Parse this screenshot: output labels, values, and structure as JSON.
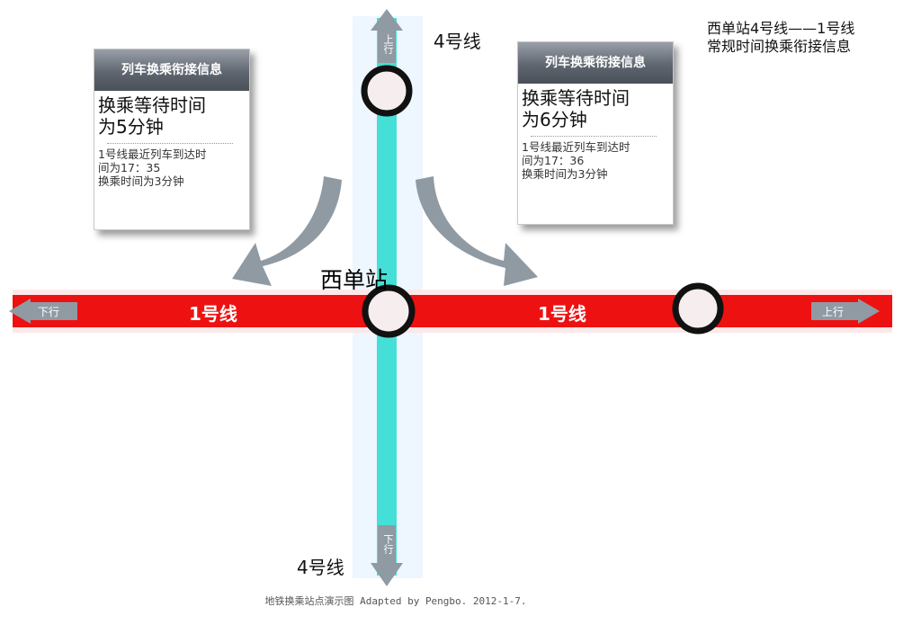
{
  "page_title_line1": "西单站4号线——1号线",
  "page_title_line2": "常规时间换乘衔接信息",
  "line4_top_label": "4号线",
  "line4_bottom_label": "4号线",
  "line4_up_direction": "上行",
  "line4_down_direction": "下行",
  "line1_left_label": "1号线",
  "line1_right_label": "1号线",
  "line1_down_direction": "下行",
  "line1_up_direction": "上行",
  "station_name": "西单站",
  "cards": [
    {
      "header": "列车换乘衔接信息",
      "wait_line1": "换乘等待时间",
      "wait_line2": "为5分钟",
      "detail_line1": "1号线最近列车到达时",
      "detail_line2": "间为17：35",
      "detail_line3": "换乘时间为3分钟"
    },
    {
      "header": "列车换乘衔接信息",
      "wait_line1": "换乘等待时间",
      "wait_line2": "为6分钟",
      "detail_line1": "1号线最近列车到达时",
      "detail_line2": "间为17：36",
      "detail_line3": "换乘时间为3分钟"
    }
  ],
  "footer": "地铁换乘站点演示图 Adapted  by Pengbo. 2012-1-7.",
  "colors": {
    "line1_red": "#ee1111",
    "line4_cyan": "#44e0d8",
    "arrow_gray": "#8f9aa3",
    "station_ring": "#111111"
  }
}
